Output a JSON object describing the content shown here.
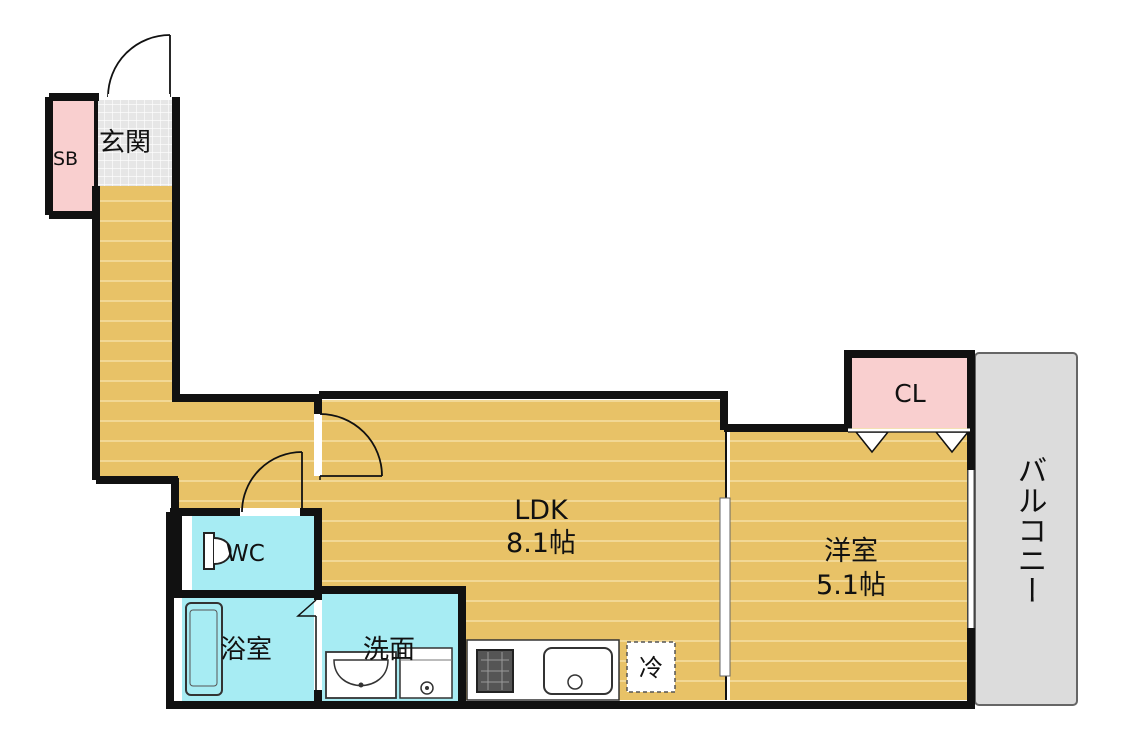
{
  "floor_plan": {
    "rooms": {
      "genkan": "玄関",
      "sb": "SB",
      "ldk_name": "LDK",
      "ldk_size": "8.1帖",
      "yoshitsu_name": "洋室",
      "yoshitsu_size": "5.1帖",
      "cl": "CL",
      "wc": "WC",
      "bath": "浴室",
      "senmen": "洗面",
      "balcony": "バルコニー",
      "fridge": "冷"
    },
    "colors": {
      "wood_floor": "#E8C267",
      "wood_line": "#F5DFA4",
      "wet_area": "#A7ECF3",
      "storage_pink": "#F9CFCF",
      "balcony_gray": "#DCDCDC",
      "wall": "#111111",
      "tile": "#E6E6E6"
    }
  }
}
